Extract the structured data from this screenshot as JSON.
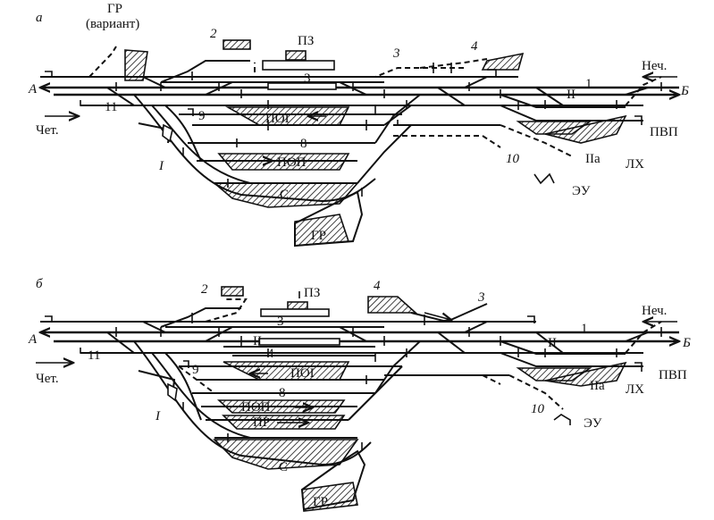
{
  "panel_a": {
    "letter": "а",
    "labels": {
      "gr_variant_1": "ГР",
      "gr_variant_2": "(вариант)",
      "n2": "2",
      "pz": "ПЗ",
      "n3_top": "3",
      "n3_track": "3",
      "n4": "4",
      "nech": "Неч.",
      "A": "А",
      "B": "Б",
      "t1": "1",
      "tII": "II",
      "t11": "11",
      "chet": "Чет.",
      "t9": "9",
      "poi": "ПОI",
      "t8": "8",
      "pvp": "ПВП",
      "I": "I",
      "pop": "ПОП",
      "t10": "10",
      "IIa": "IIа",
      "lh": "ЛХ",
      "eu": "ЭУ",
      "s": "С",
      "gr": "ГР"
    }
  },
  "panel_b": {
    "letter": "б",
    "labels": {
      "n2": "2",
      "pz": "ПЗ",
      "n4": "4",
      "n3_top": "3",
      "nech": "Неч.",
      "A": "А",
      "B": "Б",
      "t3": "3",
      "t1": "1",
      "tII_left": "II",
      "tII_right": "II",
      "t4": "4",
      "t11": "11",
      "chet": "Чет.",
      "t9": "9",
      "poi": "ПОI",
      "pvp": "ПВП",
      "t8": "8",
      "I": "I",
      "pop": "ПОП",
      "IIa": "IIа",
      "lh": "ЛХ",
      "pr": "ПР",
      "t10": "10",
      "eu": "ЭУ",
      "s": "С",
      "gr": "ГР"
    }
  }
}
